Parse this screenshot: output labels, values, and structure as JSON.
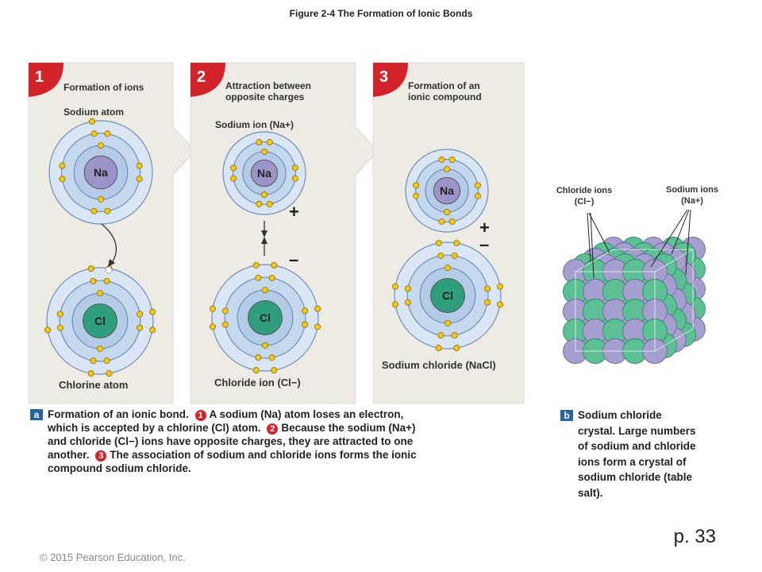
{
  "figure_title": "Figure 2-4  The Formation of Ionic Bonds",
  "panels": [
    {
      "number": "1",
      "heading": "Formation of ions",
      "top_label": "Sodium atom",
      "bottom_label": "Chlorine atom"
    },
    {
      "number": "2",
      "heading_line1": "Attraction between",
      "heading_line2": "opposite charges",
      "top_label": "Sodium ion (Na+)",
      "bottom_label": "Chloride ion (Cl−)",
      "plus": "+",
      "minus": "–"
    },
    {
      "number": "3",
      "heading_line1": "Formation of an",
      "heading_line2": "ionic compound",
      "bottom_label": "Sodium chloride (NaCl)",
      "plus": "+",
      "minus": "–"
    }
  ],
  "atoms": {
    "sodium": "Na",
    "chlorine": "Cl"
  },
  "crystal": {
    "chloride_label_line1": "Chloride ions",
    "chloride_label_line2": "(Cl−)",
    "sodium_label_line1": "Sodium ions",
    "sodium_label_line2": "(Na+)"
  },
  "caption_a": {
    "tag": "a",
    "title": "Formation of an ionic bond.",
    "step1_num": "1",
    "step1_text_a": "A sodium (Na) atom loses an electron,",
    "line2_text": "which is accepted by a chlorine (Cl) atom.",
    "step2_num": "2",
    "step2_text": "Because the sodium (Na+)",
    "line3_text": "and chloride (Cl−) ions have opposite charges, they are attracted to one",
    "line4_text": "another.",
    "step3_num": "3",
    "step3_text": "The association of sodium and chloride ions forms the ionic",
    "line5_text": "compound sodium chloride."
  },
  "caption_b": {
    "tag": "b",
    "lines": [
      "Sodium chloride",
      "crystal. Large numbers",
      "of sodium and chloride",
      "ions form a crystal of",
      "sodium chloride (table",
      "salt)."
    ]
  },
  "page_number": "p. 33",
  "copyright": "© 2015 Pearson Education, Inc.",
  "colors": {
    "panel_bg": "#eeeae4",
    "red_tab": "#d2232a",
    "orbit_fill": "#c6d8ee",
    "orbit_stroke": "#6f8fb9",
    "na_nucleus": "#9b94c9",
    "cl_nucleus": "#2f9e7c",
    "electron": "#f2c81a",
    "crystal_na": "#a59fcf",
    "crystal_cl": "#5dbf94"
  }
}
